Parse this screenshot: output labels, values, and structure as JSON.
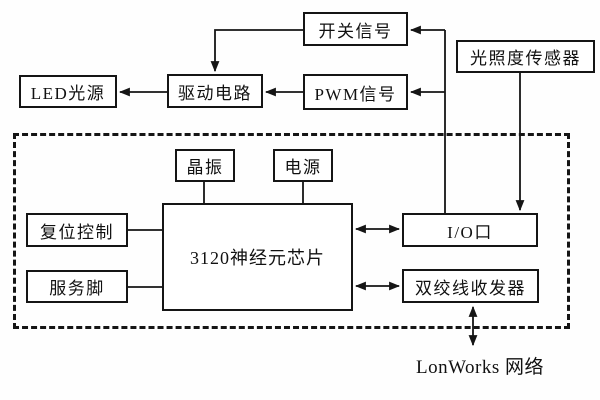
{
  "diagram": {
    "background_color": "#fefefe",
    "line_color": "#151515",
    "nodes": {
      "switch_signal": {
        "label": "开关信号"
      },
      "light_sensor": {
        "label": "光照度传感器"
      },
      "led_source": {
        "label": "LED光源"
      },
      "drive_circuit": {
        "label": "驱动电路"
      },
      "pwm_signal": {
        "label": "PWM信号"
      },
      "crystal": {
        "label": "晶振"
      },
      "power": {
        "label": "电源"
      },
      "reset_control": {
        "label": "复位控制"
      },
      "service_pin": {
        "label": "服务脚"
      },
      "neuron_chip": {
        "label": "3120神经元芯片"
      },
      "io_port": {
        "label": "I/O口"
      },
      "transceiver": {
        "label": "双绞线收发器"
      }
    },
    "annotations": {
      "network_label": "LonWorks 网络"
    },
    "connections": [
      "switch_signal -> drive_circuit",
      "io_port -> switch_signal",
      "io_port -> pwm_signal",
      "pwm_signal -> drive_circuit",
      "drive_circuit -> led_source",
      "light_sensor -> io_port",
      "crystal - neuron_chip",
      "power - neuron_chip",
      "reset_control - neuron_chip",
      "service_pin - neuron_chip",
      "neuron_chip <-> io_port",
      "neuron_chip <-> transceiver",
      "transceiver <-> lonworks_network"
    ]
  }
}
